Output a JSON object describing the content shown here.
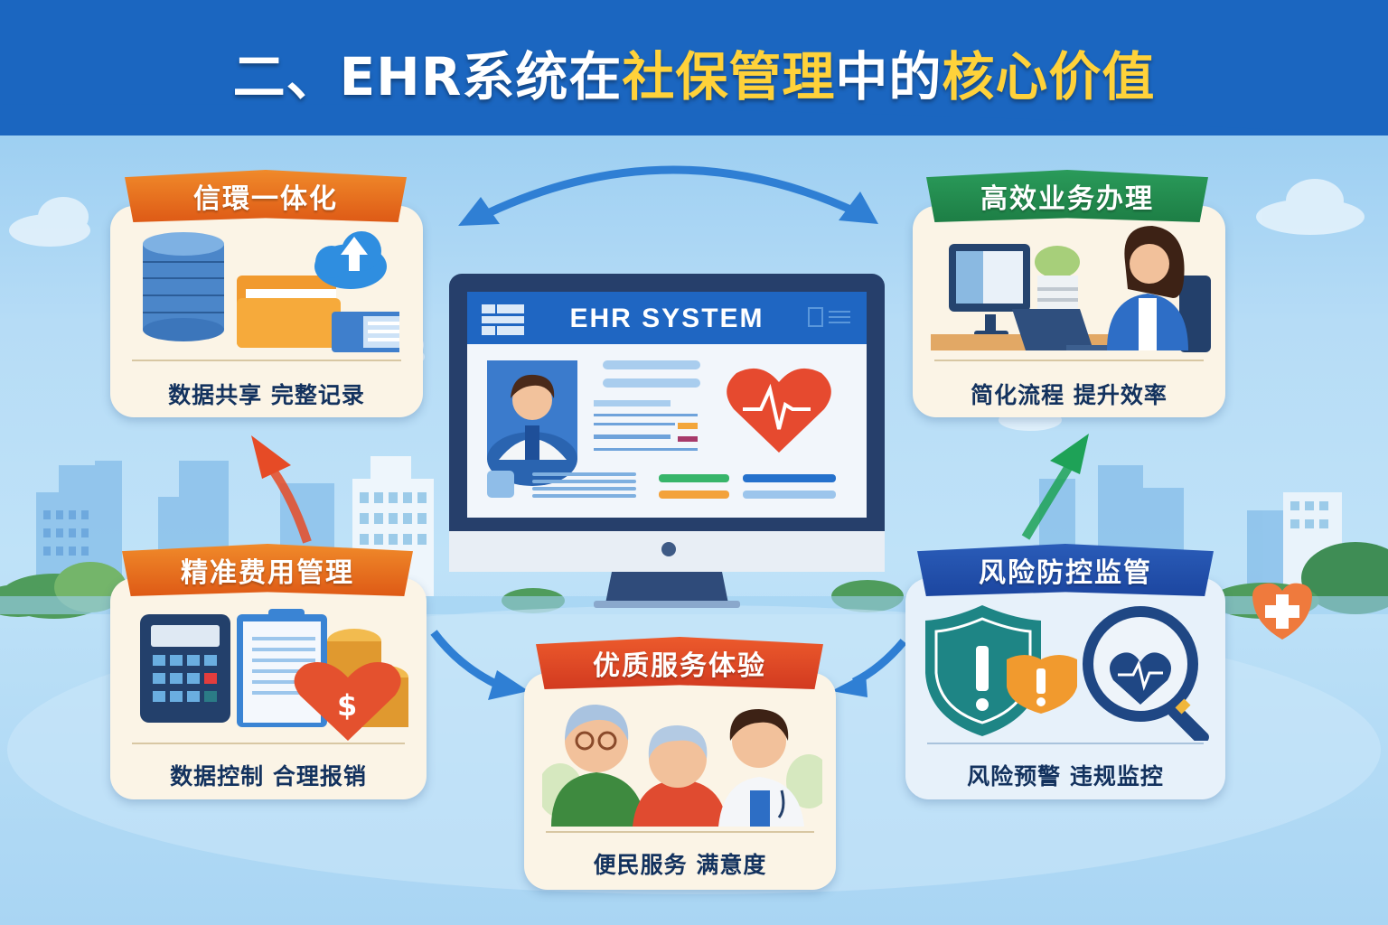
{
  "title": {
    "parts": [
      {
        "text": "二、EHR系统在",
        "color": "white"
      },
      {
        "text": "社保管理",
        "color": "yellow"
      },
      {
        "text": "中的",
        "color": "white"
      },
      {
        "text": "核心价值",
        "color": "yellow"
      }
    ]
  },
  "center": {
    "monitor_label": "EHR SYSTEM",
    "icons": [
      "menu-icon",
      "doctor-avatar",
      "heart-pulse-icon",
      "window-icon"
    ]
  },
  "cards": [
    {
      "id": "top-left",
      "banner": "信環一体化",
      "caption": "数据共享  完整记录",
      "banner_color": "#e8701f",
      "icons": [
        "database-icon",
        "folder-icon",
        "cloud-upload-icon",
        "card-file-icon"
      ]
    },
    {
      "id": "top-right",
      "banner": "高效业务办理",
      "caption": "简化流程  提升效率",
      "banner_color": "#1f8a4c",
      "icons": [
        "desktop-icon",
        "plant-icon",
        "laptop-icon",
        "office-worker"
      ]
    },
    {
      "id": "bottom-left",
      "banner": "精准费用管理",
      "caption": "数据控制  合理报销",
      "banner_color": "#e2641b",
      "icons": [
        "calculator-icon",
        "clipboard-icon",
        "coins-icon",
        "heart-dollar-icon"
      ]
    },
    {
      "id": "bottom-center",
      "banner": "优质服务体验",
      "caption": "便民服务  满意度",
      "banner_color": "#d94325",
      "icons": [
        "elderly-man",
        "elderly-woman",
        "doctor"
      ]
    },
    {
      "id": "bottom-right",
      "banner": "风险防控监管",
      "caption": "风险预警  违规监控",
      "banner_color": "#2253ae",
      "icons": [
        "shield-warning-icon",
        "warning-badge-icon",
        "magnifier-heart-icon"
      ]
    }
  ],
  "decor": {
    "medical_badge": "plus-shield-icon"
  },
  "colors": {
    "header": "#1b66c0",
    "title_yellow": "#ffd23a",
    "arrow_blue": "#2f7fd4",
    "arrow_red": "#e64b26",
    "arrow_green": "#1ea257",
    "caption": "#13325e"
  }
}
